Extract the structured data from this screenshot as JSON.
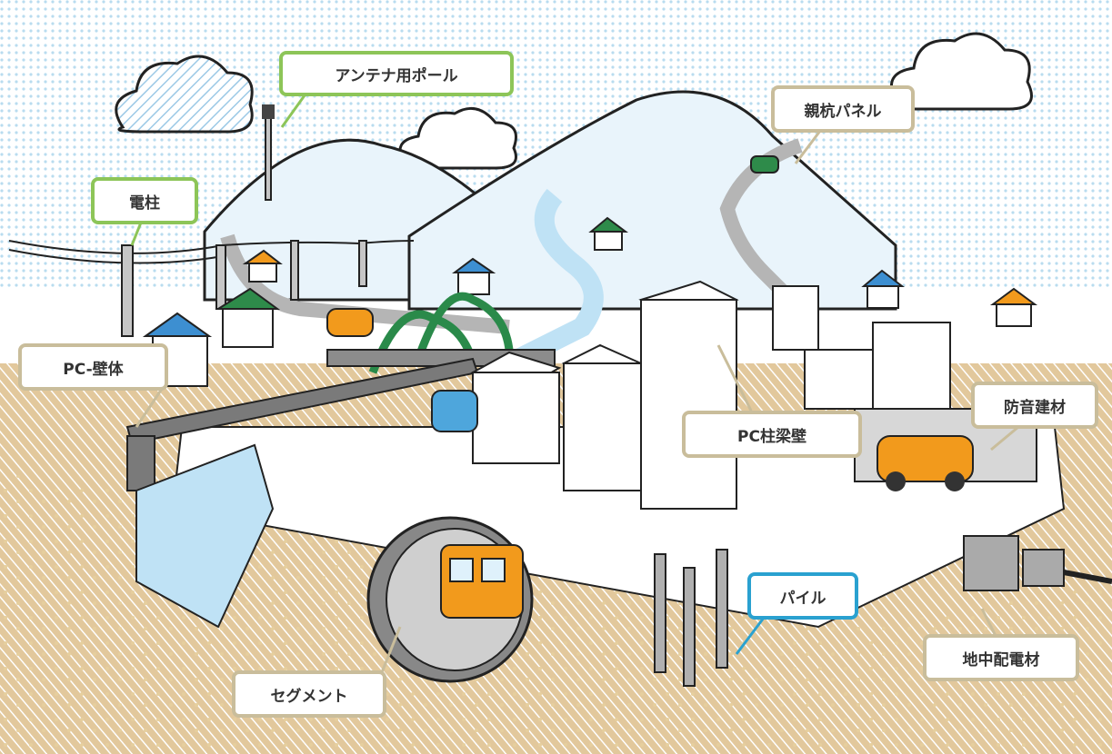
{
  "labels": {
    "antenna_pole": "アンテナ用ポール",
    "utility_pole": "電柱",
    "pc_wall": "PC-壁体",
    "pile_panel": "親杭パネル",
    "noise_barrier": "防音建材",
    "pc_column_beam_wall": "PC柱梁壁",
    "pile": "パイル",
    "segment": "セグメント",
    "underground_distribution": "地中配電材"
  },
  "colors": {
    "label_border_default": "#c9bd9b",
    "label_border_green": "#8dc558",
    "label_border_blue": "#2aa1d0",
    "ground": "#d9b98a",
    "sky": "#dbeef8",
    "hill": "#e9f4fb",
    "bridge_green": "#2a8a4a",
    "car_orange": "#f29a1c",
    "car_blue": "#4ea6dc",
    "water": "#bfe2f5"
  },
  "icons": [
    "cloud-icon",
    "house-icon",
    "car-icon",
    "train-icon"
  ]
}
